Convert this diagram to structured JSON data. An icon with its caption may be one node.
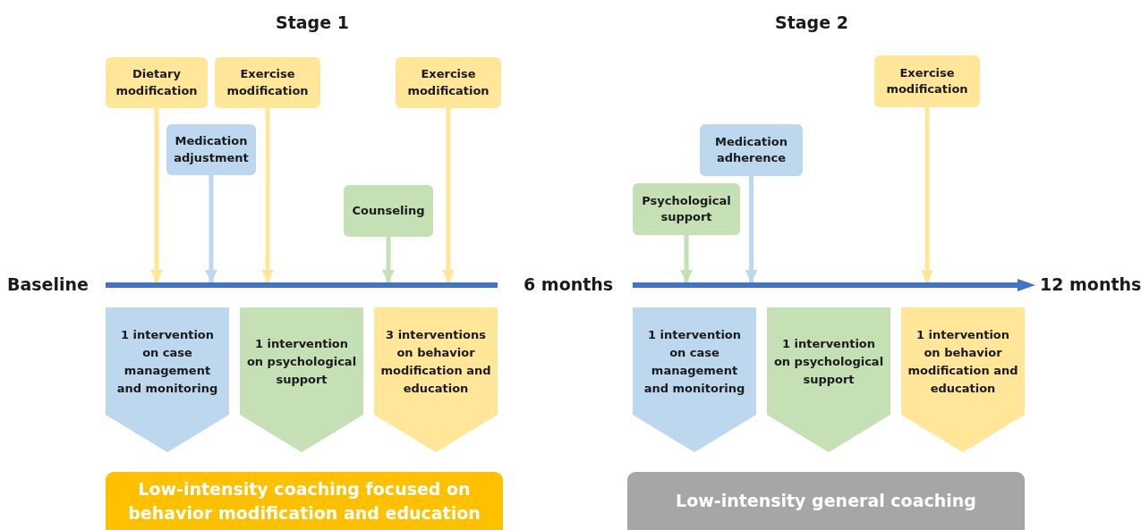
{
  "diagram": {
    "nodes": [
      {
        "text": [
          "Dietary modification"
        ]
      },
      {
        "text": [
          "Exercise modification"
        ]
      },
      {
        "text": [
          "Exercise modification"
        ]
      },
      {
        "text": [
          "Medication adjustment"
        ]
      },
      {
        "text": [
          "Counseling"
        ]
      },
      {
        "text": [
          "Exercise modification"
        ]
      },
      {
        "text": [
          "Medication adherence"
        ]
      },
      {
        "text": [
          "Psychological support"
        ]
      },
      {
        "text": [],
        "shape": "bar"
      },
      {
        "text": [],
        "shape": "arrow"
      },
      {
        "text": [
          "1 intervention on case management and monitoring"
        ]
      },
      {
        "text": [
          "1 intervention on psychological support"
        ]
      },
      {
        "text": [
          "3 interventions on behavior modification and education"
        ]
      },
      {
        "text": [
          "1 intervention on case management and monitoring"
        ]
      },
      {
        "text": [
          "1 intervention on psychological support"
        ]
      },
      {
        "text": [
          "1 intervention on behavior modification and education"
        ]
      },
      {
        "text": [
          "Low-intensity coaching focused on behavior modification and education"
        ]
      },
      {
        "text": [
          "Low-intensity general coaching"
        ]
      }
    ],
    "edges": [
      {
        "from": 0,
        "to": 8,
        "arrow": "to",
        "color": "#ffe699"
      },
      {
        "from": 1,
        "to": 8,
        "arrow": "to",
        "color": "#ffe699"
      },
      {
        "from": 2,
        "to": 8,
        "arrow": "to",
        "color": "#ffe699"
      },
      {
        "from": 3,
        "to": 8,
        "arrow": "to",
        "color": "#bdd7ee"
      },
      {
        "from": 4,
        "to": 8,
        "arrow": "to",
        "color": "#c5e0b4"
      },
      {
        "from": 5,
        "to": 9,
        "arrow": "to",
        "color": "#ffe699"
      },
      {
        "from": 6,
        "to": 9,
        "arrow": "to",
        "color": "#bdd7ee"
      },
      {
        "from": 7,
        "to": 9,
        "arrow": "to",
        "color": "#c5e0b4"
      }
    ],
    "labels": [
      "Stage 1",
      "Stage 2",
      "Baseline",
      "6 months",
      "12 months"
    ]
  }
}
